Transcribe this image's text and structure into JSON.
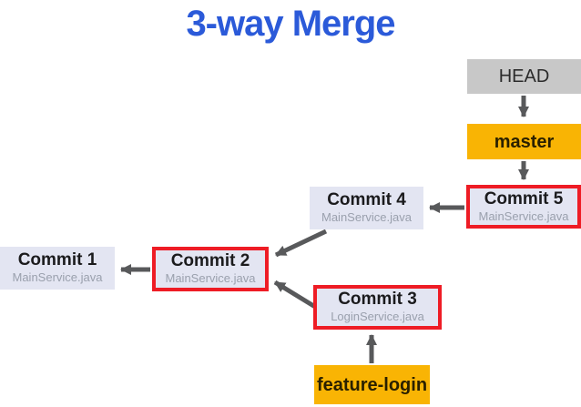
{
  "title": "3-way Merge",
  "colors": {
    "title_blue": "#2b5ad9",
    "branch_orange": "#f9b404",
    "head_gray": "#c8c8c8",
    "commit_fill": "#e3e5f2",
    "highlight_red": "#ee1c25",
    "arrow_gray": "#58595b",
    "file_text_gray": "#9aa0ad"
  },
  "nodes": {
    "head": {
      "label": "HEAD"
    },
    "master": {
      "label": "master"
    },
    "commit5": {
      "label": "Commit 5",
      "file": "MainService.java",
      "highlighted": true
    },
    "commit4": {
      "label": "Commit 4",
      "file": "MainService.java",
      "highlighted": false
    },
    "commit2": {
      "label": "Commit 2",
      "file": "MainService.java",
      "highlighted": true
    },
    "commit1": {
      "label": "Commit 1",
      "file": "MainService.java",
      "highlighted": false
    },
    "commit3": {
      "label": "Commit 3",
      "file": "LoginService.java",
      "highlighted": true
    },
    "feature_login": {
      "label": "feature-login"
    }
  },
  "edges": [
    {
      "from": "HEAD",
      "to": "master"
    },
    {
      "from": "master",
      "to": "Commit 5"
    },
    {
      "from": "Commit 5",
      "to": "Commit 4"
    },
    {
      "from": "Commit 4",
      "to": "Commit 2"
    },
    {
      "from": "Commit 2",
      "to": "Commit 1"
    },
    {
      "from": "Commit 3",
      "to": "Commit 2"
    },
    {
      "from": "feature-login",
      "to": "Commit 3"
    }
  ]
}
